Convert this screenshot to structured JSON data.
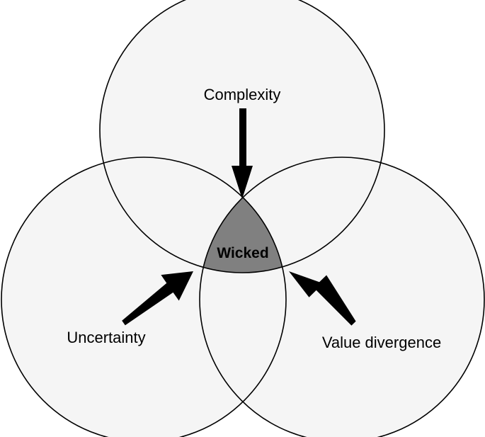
{
  "diagram": {
    "labels": {
      "top": "Complexity",
      "left": "Uncertainty",
      "right": "Value divergence",
      "center": "Wicked"
    },
    "colors": {
      "circle_fill": "#f5f5f5",
      "circle_stroke": "#000000",
      "intersection_fill": "#808080",
      "arrow": "#000000",
      "background": "#ffffff"
    }
  }
}
